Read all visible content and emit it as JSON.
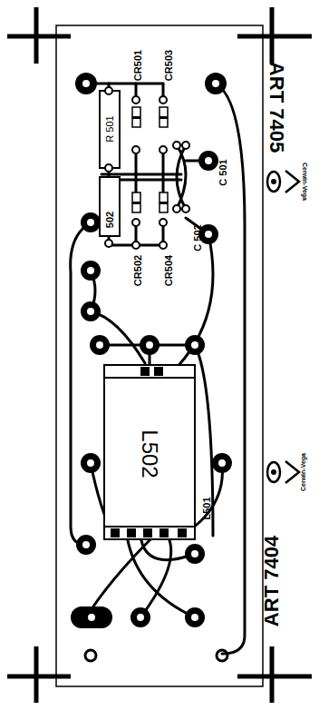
{
  "diagram": {
    "labels": [
      "CR501",
      "CR503",
      "R 501",
      "C 501",
      "C 502",
      "502",
      "CR502",
      "CR504",
      "ART 7405",
      "Cerwin-Vega",
      "L502",
      "L501",
      "ART 7404",
      "Cerwin-Vega"
    ]
  }
}
